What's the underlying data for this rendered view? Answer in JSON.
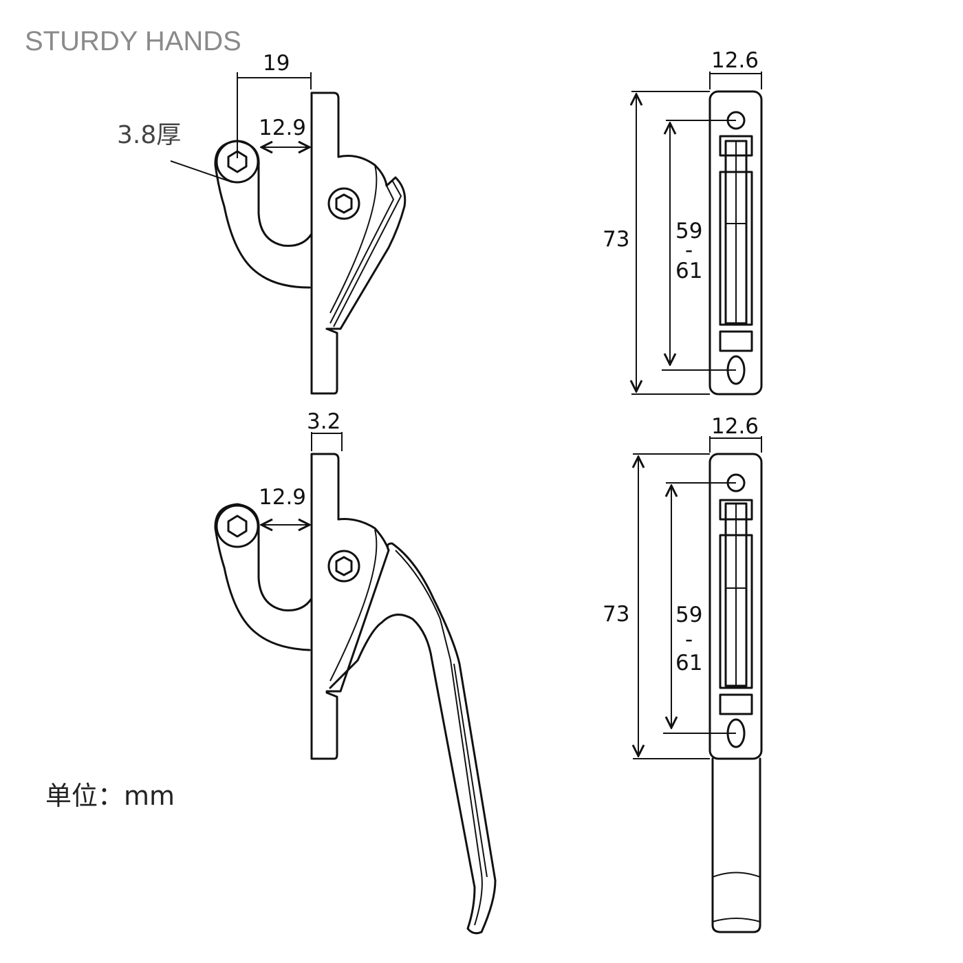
{
  "brand": "STURDY HANDS",
  "unit_label": "单位：mm",
  "thickness_note": "3.8厚",
  "side_view_top": {
    "width_19": "19",
    "gap_12_9": "12.9"
  },
  "side_view_bottom": {
    "plate_3_2": "3.2",
    "gap_12_9": "12.9"
  },
  "front_view_top": {
    "width": "12.6",
    "height": "73",
    "hole_spacing_a": "59",
    "hole_spacing_sep": "-",
    "hole_spacing_b": "61"
  },
  "front_view_bottom": {
    "width": "12.6",
    "height": "73",
    "hole_spacing_a": "59",
    "hole_spacing_sep": "-",
    "hole_spacing_b": "61"
  }
}
